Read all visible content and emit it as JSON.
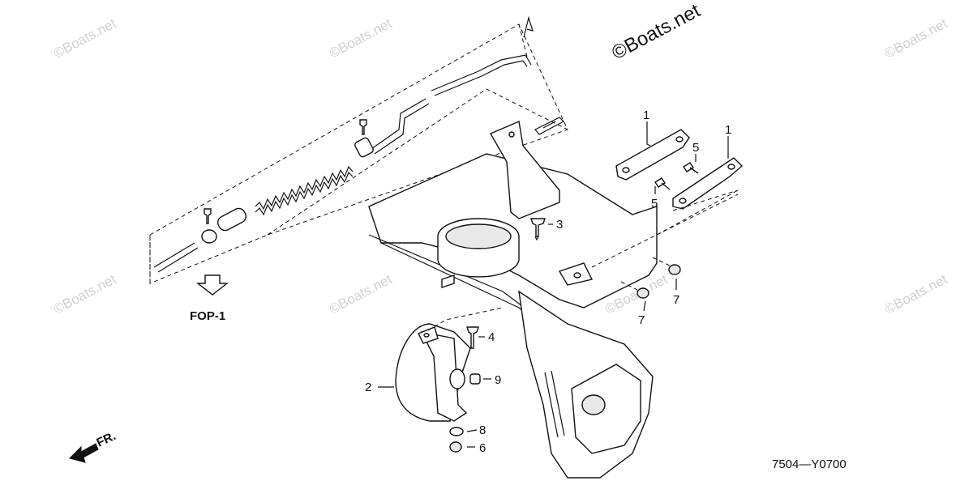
{
  "watermark": "©Boats.net",
  "brand": "©Boats.net",
  "labels": {
    "fop": "FOP-1",
    "front": "FR.",
    "diagram_code": "7504—Y0700"
  },
  "callouts": {
    "c1a": "1",
    "c1b": "1",
    "c2": "2",
    "c3": "3",
    "c4": "4",
    "c5a": "5",
    "c5b": "5",
    "c6": "6",
    "c7a": "7",
    "c7b": "7",
    "c8": "8",
    "c9": "9"
  }
}
